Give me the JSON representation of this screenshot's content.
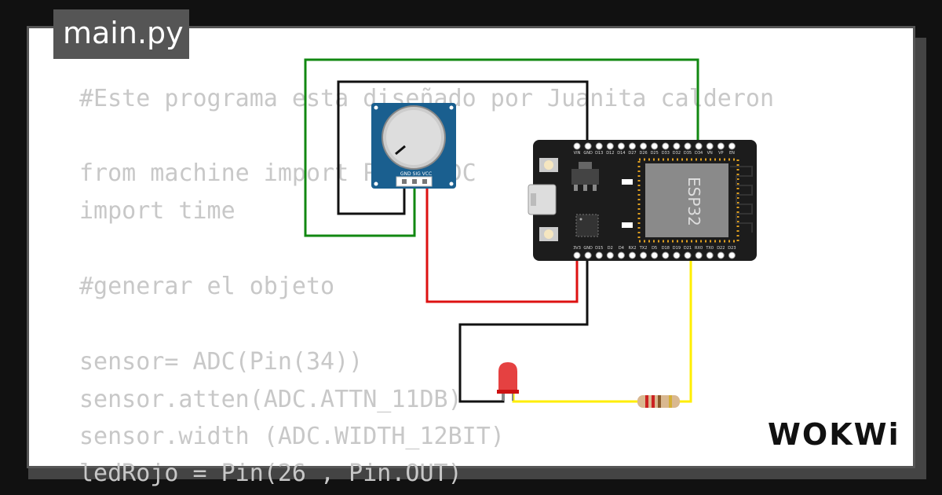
{
  "tab": {
    "label": "main.py"
  },
  "code": [
    "#Este programa esta diseñado por Juanita calderon",
    "",
    "from machine import Pin, ADC",
    "import time",
    "",
    "#generar el objeto",
    "",
    "sensor= ADC(Pin(34))",
    "sensor.atten(ADC.ATTN_11DB)",
    "sensor.width (ADC.WIDTH_12BIT)",
    "ledRojo = Pin(26 , Pin.OUT)"
  ],
  "board": {
    "chip_label": "ESP32",
    "top_pins": [
      "VIN",
      "GND",
      "D13",
      "D12",
      "D14",
      "D27",
      "D26",
      "D25",
      "D33",
      "D32",
      "D35",
      "D34",
      "VN",
      "VP",
      "EN"
    ],
    "bottom_pins": [
      "3V3",
      "GND",
      "D15",
      "D2",
      "D4",
      "RX2",
      "TX2",
      "D5",
      "D18",
      "D19",
      "D21",
      "RX0",
      "TX0",
      "D22",
      "D23"
    ]
  },
  "potentiometer": {
    "pin_labels": "GND SIG VCC"
  },
  "brand": {
    "logo_text": "WOKWi"
  },
  "colors": {
    "wire_green": "#118811",
    "wire_black": "#111111",
    "wire_red": "#dd1111",
    "wire_yellow": "#ffee00",
    "board": "#1c1c1c",
    "pot_body": "#1a5f8f"
  }
}
